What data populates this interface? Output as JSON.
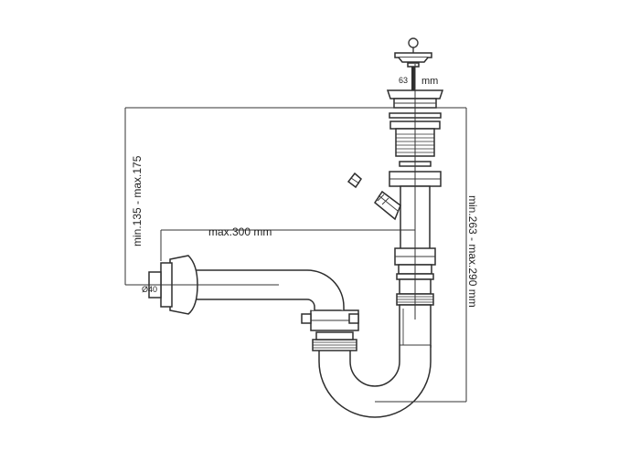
{
  "labels": {
    "top_screw_size": "63",
    "top_screw_unit": "mm",
    "vertical_left": "min.135 - max.175",
    "horizontal_length": "max.300 mm",
    "pipe_diameter": "Ø40",
    "vertical_right": "min.263 - max.290 mm"
  },
  "colors": {
    "line": "#2e2e2e",
    "background": "#ffffff"
  }
}
